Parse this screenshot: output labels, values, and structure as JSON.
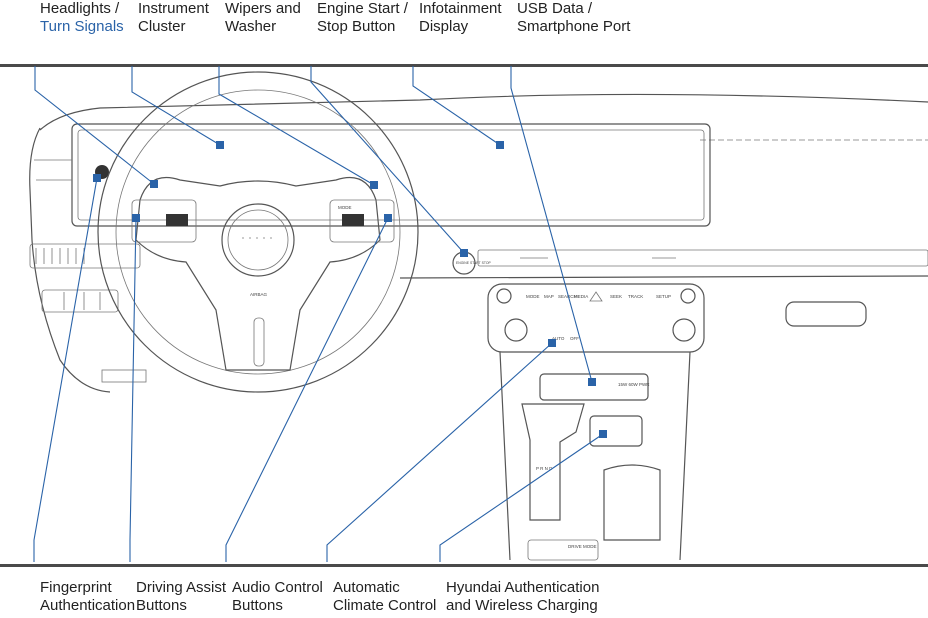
{
  "labels": {
    "headlights": {
      "line1": "Headlights /",
      "line2": "Turn Signals"
    },
    "instrument_cluster": {
      "line1": "Instrument",
      "line2": "Cluster"
    },
    "wipers": {
      "line1": "Wipers and",
      "line2": "Washer"
    },
    "engine_start": {
      "line1": "Engine Start /",
      "line2": "Stop Button"
    },
    "infotainment": {
      "line1": "Infotainment",
      "line2": "Display"
    },
    "usb": {
      "line1": "USB Data /",
      "line2": "Smartphone Port"
    },
    "fingerprint": {
      "line1": "Fingerprint",
      "line2": "Authentication"
    },
    "driving_assist": {
      "line1": "Driving Assist",
      "line2": "Buttons"
    },
    "audio_control": {
      "line1": "Audio Control",
      "line2": "Buttons"
    },
    "climate": {
      "line1": "Automatic",
      "line2": "Climate Control"
    },
    "hyundai_auth": {
      "line1": "Hyundai Authentication",
      "line2": "and Wireless Charging"
    }
  },
  "part_text": {
    "engine_button": "ENGINE START STOP",
    "airbag": "AIRBAG",
    "mode": "MODE",
    "map": "MAP",
    "search": "SEARCH",
    "media": "MEDIA",
    "seek": "SEEK",
    "track": "TRACK",
    "setup": "SETUP",
    "auto": "AUTO",
    "off": "OFF",
    "usb_power": "15W 60W PWR",
    "gear": "P R N D",
    "drive_mode": "DRIVE MODE"
  },
  "colors": {
    "accent": "#2a63a8",
    "ink": "#555555",
    "text": "#222222"
  }
}
